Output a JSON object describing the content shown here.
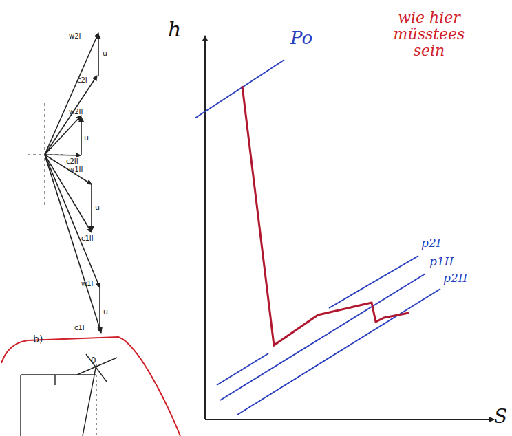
{
  "diagram": {
    "labels": [
      "h",
      "S",
      "Po",
      "p2I",
      "p1II",
      "p2II",
      "wie hier müsstees sein",
      "w2I",
      "u",
      "c2I",
      "w2II",
      "u",
      "c2II",
      "w1II",
      "u",
      "c1II",
      "w1I",
      "c1I",
      "u",
      "b)",
      "0"
    ]
  }
}
